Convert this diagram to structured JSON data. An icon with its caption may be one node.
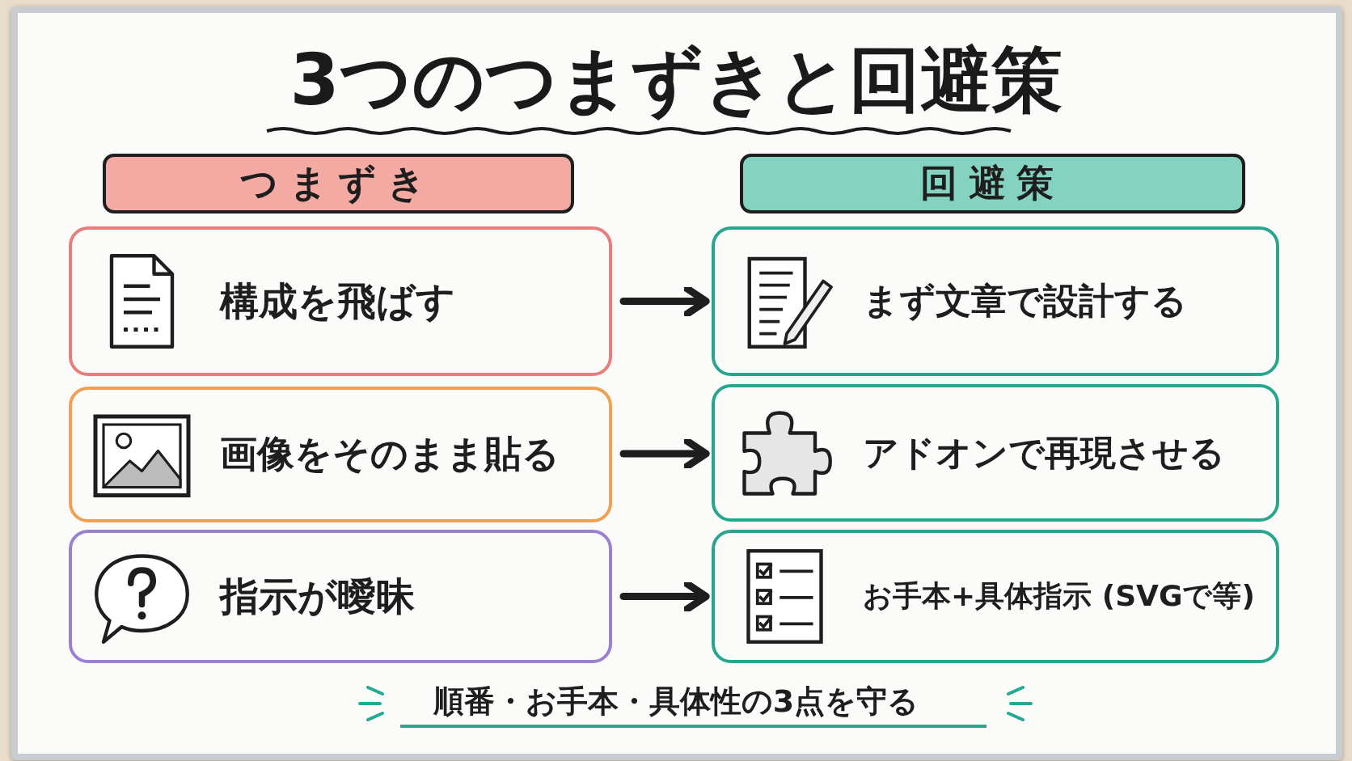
{
  "diagram": {
    "title": "3つのつまずきと回避策",
    "nodes": [
      {
        "text": [
          "つまずき"
        ]
      },
      {
        "text": [
          "回避策"
        ]
      },
      {
        "text": [
          "構成を飛ばす"
        ]
      },
      {
        "text": [
          "まず文章で設計する"
        ]
      },
      {
        "text": [
          "画像をそのまま貼る"
        ]
      },
      {
        "text": [
          "アドオンで再現させる"
        ]
      },
      {
        "text": [
          "指示が曖昧"
        ]
      },
      {
        "text": [
          "お手本+具体指示 (SVGで等)"
        ]
      }
    ],
    "edges": [
      {
        "from": 2,
        "to": 3,
        "arrow": "to"
      },
      {
        "from": 4,
        "to": 5,
        "arrow": "to"
      },
      {
        "from": 6,
        "to": 7,
        "arrow": "to"
      }
    ],
    "caption": "順番・お手本・具体性の3点を守る"
  }
}
